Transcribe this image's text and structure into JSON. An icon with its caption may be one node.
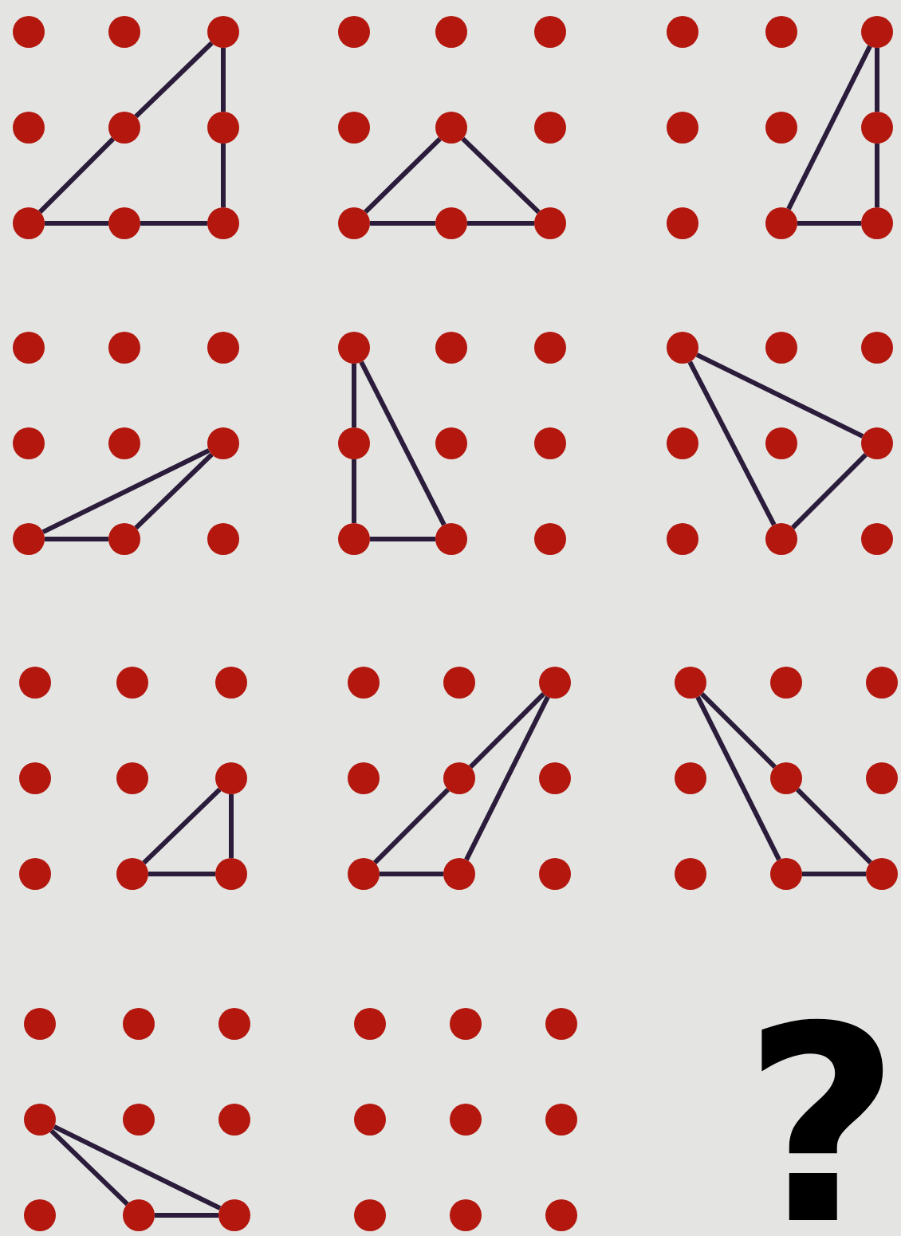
{
  "diagram": {
    "nodes": [
      {
        "text": [],
        "shape": "circle"
      },
      {
        "text": [],
        "shape": "circle"
      },
      {
        "text": [],
        "shape": "circle"
      },
      {
        "text": [],
        "shape": "circle"
      },
      {
        "text": [],
        "shape": "circle"
      },
      {
        "text": [],
        "shape": "circle"
      },
      {
        "text": [],
        "shape": "circle"
      },
      {
        "text": [],
        "shape": "circle"
      },
      {
        "text": [],
        "shape": "circle"
      },
      {
        "text": [],
        "shape": "circle"
      },
      {
        "text": [],
        "shape": "circle"
      },
      {
        "text": [],
        "shape": "circle"
      },
      {
        "text": [],
        "shape": "circle"
      },
      {
        "text": [],
        "shape": "circle"
      },
      {
        "text": [],
        "shape": "circle"
      },
      {
        "text": [],
        "shape": "circle"
      },
      {
        "text": [],
        "shape": "circle"
      },
      {
        "text": [],
        "shape": "circle"
      },
      {
        "text": [],
        "shape": "circle"
      },
      {
        "text": [],
        "shape": "circle"
      },
      {
        "text": [],
        "shape": "circle"
      },
      {
        "text": [],
        "shape": "circle"
      },
      {
        "text": [],
        "shape": "circle"
      },
      {
        "text": [],
        "shape": "circle"
      },
      {
        "text": [],
        "shape": "circle"
      },
      {
        "text": [],
        "shape": "circle"
      },
      {
        "text": [],
        "shape": "circle"
      },
      {
        "text": [],
        "shape": "circle"
      },
      {
        "text": [],
        "shape": "circle"
      },
      {
        "text": [],
        "shape": "circle"
      },
      {
        "text": [],
        "shape": "circle"
      },
      {
        "text": [],
        "shape": "circle"
      },
      {
        "text": [],
        "shape": "circle"
      },
      {
        "text": [],
        "shape": "circle"
      },
      {
        "text": [],
        "shape": "circle"
      },
      {
        "text": [],
        "shape": "circle"
      },
      {
        "text": [],
        "shape": "circle"
      },
      {
        "text": [],
        "shape": "circle"
      },
      {
        "text": [],
        "shape": "circle"
      },
      {
        "text": [],
        "shape": "circle"
      },
      {
        "text": [],
        "shape": "circle"
      },
      {
        "text": [],
        "shape": "circle"
      },
      {
        "text": [],
        "shape": "circle"
      },
      {
        "text": [],
        "shape": "circle"
      },
      {
        "text": [],
        "shape": "circle"
      },
      {
        "text": [],
        "shape": "circle"
      },
      {
        "text": [],
        "shape": "circle"
      },
      {
        "text": [],
        "shape": "circle"
      },
      {
        "text": [],
        "shape": "circle"
      },
      {
        "text": [],
        "shape": "circle"
      },
      {
        "text": [],
        "shape": "circle"
      },
      {
        "text": [],
        "shape": "circle"
      },
      {
        "text": [],
        "shape": "circle"
      },
      {
        "text": [],
        "shape": "circle"
      },
      {
        "text": [],
        "shape": "circle"
      },
      {
        "text": [],
        "shape": "circle"
      },
      {
        "text": [],
        "shape": "circle"
      },
      {
        "text": [],
        "shape": "circle"
      },
      {
        "text": [],
        "shape": "circle"
      },
      {
        "text": [],
        "shape": "circle"
      },
      {
        "text": [],
        "shape": "circle"
      },
      {
        "text": [],
        "shape": "circle"
      },
      {
        "text": [],
        "shape": "circle"
      },
      {
        "text": [],
        "shape": "circle"
      },
      {
        "text": [],
        "shape": "circle"
      },
      {
        "text": [],
        "shape": "circle"
      },
      {
        "text": [],
        "shape": "circle"
      },
      {
        "text": [],
        "shape": "circle"
      },
      {
        "text": [],
        "shape": "circle"
      },
      {
        "text": [],
        "shape": "circle"
      },
      {
        "text": [],
        "shape": "circle"
      },
      {
        "text": [],
        "shape": "circle"
      },
      {
        "text": [],
        "shape": "circle"
      },
      {
        "text": [],
        "shape": "circle"
      },
      {
        "text": [],
        "shape": "circle"
      },
      {
        "text": [],
        "shape": "circle"
      },
      {
        "text": [],
        "shape": "circle"
      },
      {
        "text": [],
        "shape": "circle"
      },
      {
        "text": [],
        "shape": "circle"
      },
      {
        "text": [],
        "shape": "circle"
      },
      {
        "text": [],
        "shape": "circle"
      },
      {
        "text": [],
        "shape": "circle"
      },
      {
        "text": [],
        "shape": "circle"
      },
      {
        "text": [],
        "shape": "circle"
      },
      {
        "text": [],
        "shape": "circle"
      },
      {
        "text": [],
        "shape": "circle"
      },
      {
        "text": [],
        "shape": "circle"
      },
      {
        "text": [],
        "shape": "circle"
      },
      {
        "text": [],
        "shape": "circle"
      },
      {
        "text": [],
        "shape": "circle"
      },
      {
        "text": [],
        "shape": "circle"
      },
      {
        "text": [],
        "shape": "circle"
      },
      {
        "text": [],
        "shape": "circle"
      },
      {
        "text": [],
        "shape": "circle"
      },
      {
        "text": [],
        "shape": "circle"
      },
      {
        "text": [],
        "shape": "circle"
      },
      {
        "text": [],
        "shape": "circle"
      },
      {
        "text": [],
        "shape": "circle"
      },
      {
        "text": [],
        "shape": "circle"
      }
    ],
    "edges": [
      {
        "from": 2,
        "to": 4,
        "arrow": "none"
      },
      {
        "from": 4,
        "to": 6,
        "arrow": "none"
      },
      {
        "from": 6,
        "to": 7,
        "arrow": "none"
      },
      {
        "from": 7,
        "to": 8,
        "arrow": "none"
      },
      {
        "from": 8,
        "to": 5,
        "arrow": "none"
      },
      {
        "from": 5,
        "to": 2,
        "arrow": "none"
      },
      {
        "from": 13,
        "to": 15,
        "arrow": "none"
      },
      {
        "from": 15,
        "to": 16,
        "arrow": "none"
      },
      {
        "from": 16,
        "to": 17,
        "arrow": "none"
      },
      {
        "from": 17,
        "to": 13,
        "arrow": "none"
      },
      {
        "from": 20,
        "to": 25,
        "arrow": "none"
      },
      {
        "from": 25,
        "to": 26,
        "arrow": "none"
      },
      {
        "from": 26,
        "to": 23,
        "arrow": "none"
      },
      {
        "from": 23,
        "to": 20,
        "arrow": "none"
      },
      {
        "from": 32,
        "to": 33,
        "arrow": "none"
      },
      {
        "from": 33,
        "to": 34,
        "arrow": "none"
      },
      {
        "from": 34,
        "to": 32,
        "arrow": "none"
      },
      {
        "from": 36,
        "to": 39,
        "arrow": "none"
      },
      {
        "from": 39,
        "to": 42,
        "arrow": "none"
      },
      {
        "from": 42,
        "to": 43,
        "arrow": "none"
      },
      {
        "from": 43,
        "to": 36,
        "arrow": "none"
      },
      {
        "from": 45,
        "to": 50,
        "arrow": "none"
      },
      {
        "from": 50,
        "to": 52,
        "arrow": "none"
      },
      {
        "from": 52,
        "to": 45,
        "arrow": "none"
      },
      {
        "from": 59,
        "to": 61,
        "arrow": "none"
      },
      {
        "from": 61,
        "to": 62,
        "arrow": "none"
      },
      {
        "from": 62,
        "to": 59,
        "arrow": "none"
      },
      {
        "from": 65,
        "to": 67,
        "arrow": "none"
      },
      {
        "from": 67,
        "to": 69,
        "arrow": "none"
      },
      {
        "from": 69,
        "to": 70,
        "arrow": "none"
      },
      {
        "from": 70,
        "to": 65,
        "arrow": "none"
      },
      {
        "from": 72,
        "to": 79,
        "arrow": "none"
      },
      {
        "from": 79,
        "to": 80,
        "arrow": "none"
      },
      {
        "from": 80,
        "to": 76,
        "arrow": "none"
      },
      {
        "from": 76,
        "to": 72,
        "arrow": "none"
      },
      {
        "from": 84,
        "to": 88,
        "arrow": "none"
      },
      {
        "from": 88,
        "to": 89,
        "arrow": "none"
      },
      {
        "from": 89,
        "to": 84,
        "arrow": "none"
      }
    ],
    "labels": [
      "?"
    ]
  }
}
